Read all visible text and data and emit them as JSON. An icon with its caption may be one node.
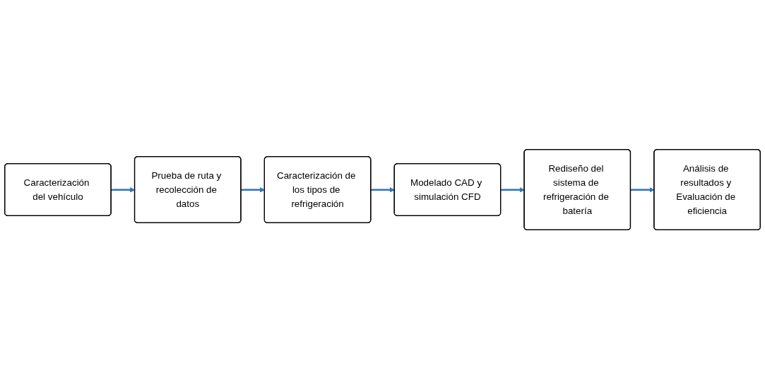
{
  "diagram": {
    "nodes": [
      {
        "text": [
          "Caracterización del vehículo"
        ]
      },
      {
        "text": [
          "Prueba de ruta y recolección de datos"
        ]
      },
      {
        "text": [
          "Caracterización de los tipos de refrigeración"
        ]
      },
      {
        "text": [
          "Modelado CAD y simulación CFD"
        ]
      },
      {
        "text": [
          "Rediseño del sistema de refrigeración de batería"
        ]
      },
      {
        "text": [
          "Análisis de resultados y Evaluación de eficiencia"
        ]
      }
    ],
    "edges": [
      {
        "from": 0,
        "to": 1,
        "arrow": "to"
      },
      {
        "from": 1,
        "to": 2,
        "arrow": "to"
      },
      {
        "from": 2,
        "to": 3,
        "arrow": "to"
      },
      {
        "from": 3,
        "to": 4,
        "arrow": "to"
      },
      {
        "from": 4,
        "to": 5,
        "arrow": "to"
      }
    ]
  }
}
